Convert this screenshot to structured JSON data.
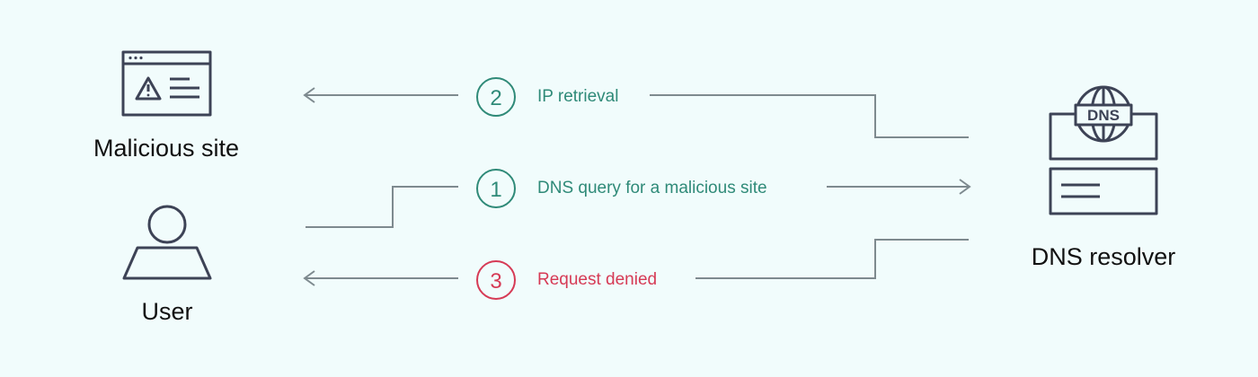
{
  "nodes": {
    "malicious_site": "Malicious site",
    "user": "User",
    "dns_resolver": "DNS resolver",
    "dns_badge": "DNS"
  },
  "steps": [
    {
      "number": "1",
      "label": "DNS query for a malicious site",
      "color": "#2f8a78"
    },
    {
      "number": "2",
      "label": "IP retrieval",
      "color": "#2f8a78"
    },
    {
      "number": "3",
      "label": "Request denied",
      "color": "#d63a55"
    }
  ],
  "colors": {
    "background": "#f1fcfc",
    "icon_stroke": "#3d4356",
    "connector": "#7e8a8f",
    "teal": "#2f8a78",
    "red": "#d63a55"
  },
  "icons": {
    "malicious_site": "browser-warning-icon",
    "user": "user-icon",
    "dns_resolver": "dns-server-icon"
  }
}
